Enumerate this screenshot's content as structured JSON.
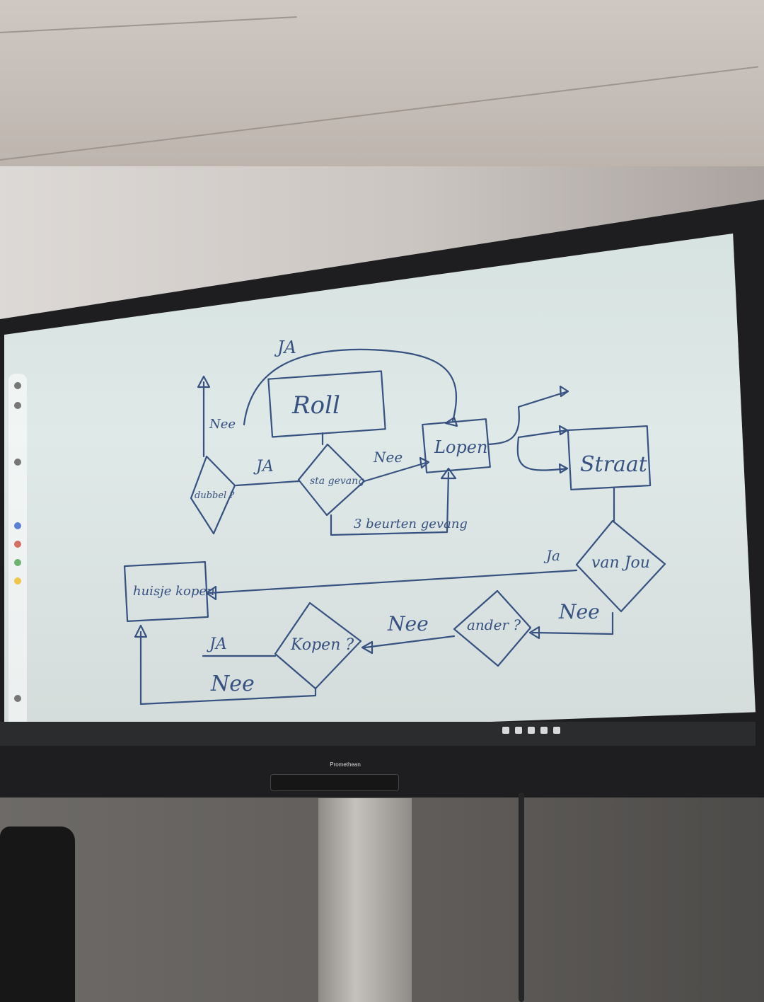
{
  "scene": {
    "display_brand": "Promethean"
  },
  "diagram": {
    "nodes": {
      "roll": "Roll",
      "lopen": "Lopen",
      "straat": "Straat",
      "huisje_kopen": "huisje kopen",
      "dubbel": "dubbel ?",
      "sta_gevang": "sta gevang",
      "van_jou": "van Jou",
      "ander": "ander ?",
      "kopen": "Kopen ?",
      "drie_beurten": "3 beurten gevang"
    },
    "edge_labels": {
      "ja_top": "JA",
      "nee_left": "Nee",
      "ja_mid": "JA",
      "nee_mid": "Nee",
      "ja_right": "Ja",
      "nee_right": "Nee",
      "nee_bottom": "Nee",
      "ja_bottom": "JA",
      "nee_lower": "Nee"
    }
  },
  "colors": {
    "ink": "#375281",
    "screen": "#dbe5e3",
    "frame": "#1e1e20"
  }
}
